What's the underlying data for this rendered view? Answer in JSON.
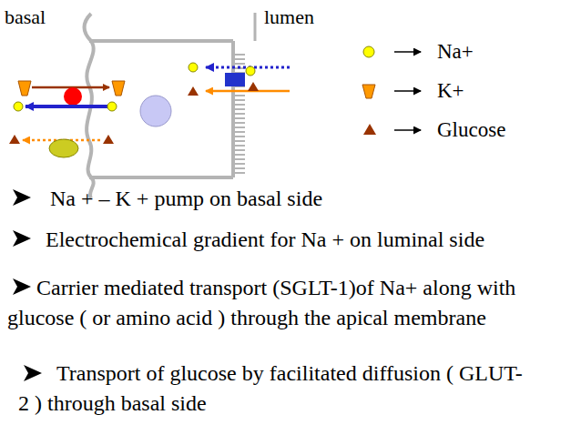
{
  "diagram": {
    "labels": [
      "basal",
      "lumen",
      "Na + – K + pump on basal side",
      "Electrochemical gradient for Na + on luminal side",
      "Carrier mediated transport (SGLT-1)of Na+ along with glucose ( or amino acid ) through the apical membrane",
      "Transport of glucose by facilitated diffusion ( GLUT-2 ) through basal side"
    ],
    "legend": [
      {
        "text": "Na+"
      },
      {
        "text": "K+"
      },
      {
        "text": "Glucose"
      }
    ]
  }
}
